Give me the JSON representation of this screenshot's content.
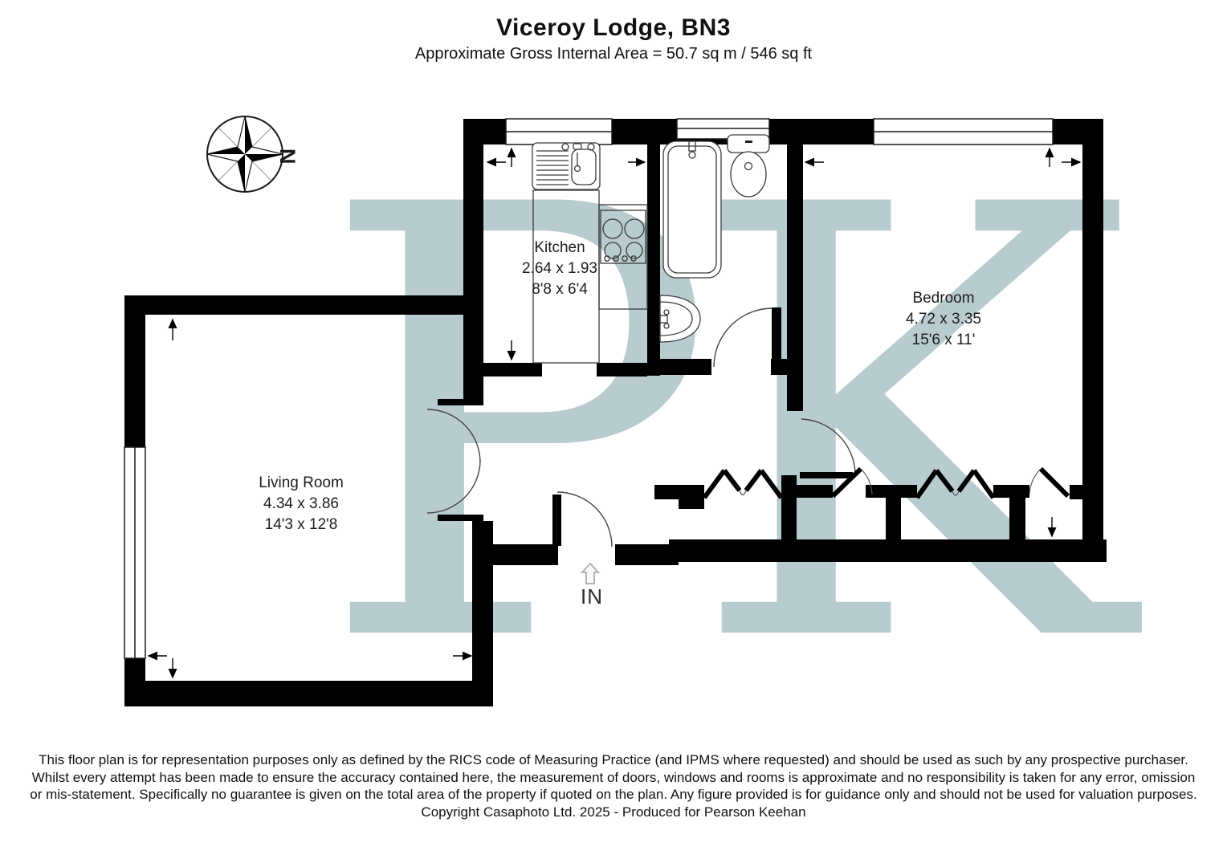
{
  "header": {
    "title": "Viceroy Lodge, BN3",
    "subtitle": "Approximate Gross Internal Area = 50.7 sq m / 546 sq ft"
  },
  "rooms": [
    {
      "name": "Kitchen",
      "metric": "2.64 x 1.93",
      "imperial": "8'8 x 6'4"
    },
    {
      "name": "Bedroom",
      "metric": "4.72 x 3.35",
      "imperial": "15'6 x 11'"
    },
    {
      "name": "Living Room",
      "metric": "4.34 x 3.86",
      "imperial": "14'3 x 12'8"
    }
  ],
  "entrance": {
    "label": "IN"
  },
  "compass": {
    "north_label": "N"
  },
  "watermark": {
    "monogram": "PK",
    "color": "#b8cbce"
  },
  "footer": {
    "disclaimer": "This floor plan is for representation purposes only as defined by the RICS code of Measuring Practice (and IPMS where requested) and should be used as such by any prospective purchaser. Whilst every attempt has been made to ensure the accuracy contained here, the measurement of doors, windows and rooms is approximate and no responsibility is taken for any error, omission or mis-statement. Specifically no guarantee is given on the total area of the property if quoted on the plan. Any figure provided is for guidance only and should not be used for valuation purposes.",
    "copyright": "Copyright Casaphoto Ltd. 2025 - Produced for Pearson Keehan"
  },
  "colors": {
    "wall": "#000000",
    "line": "#3a3a3a",
    "watermark": "#b8cbce"
  }
}
